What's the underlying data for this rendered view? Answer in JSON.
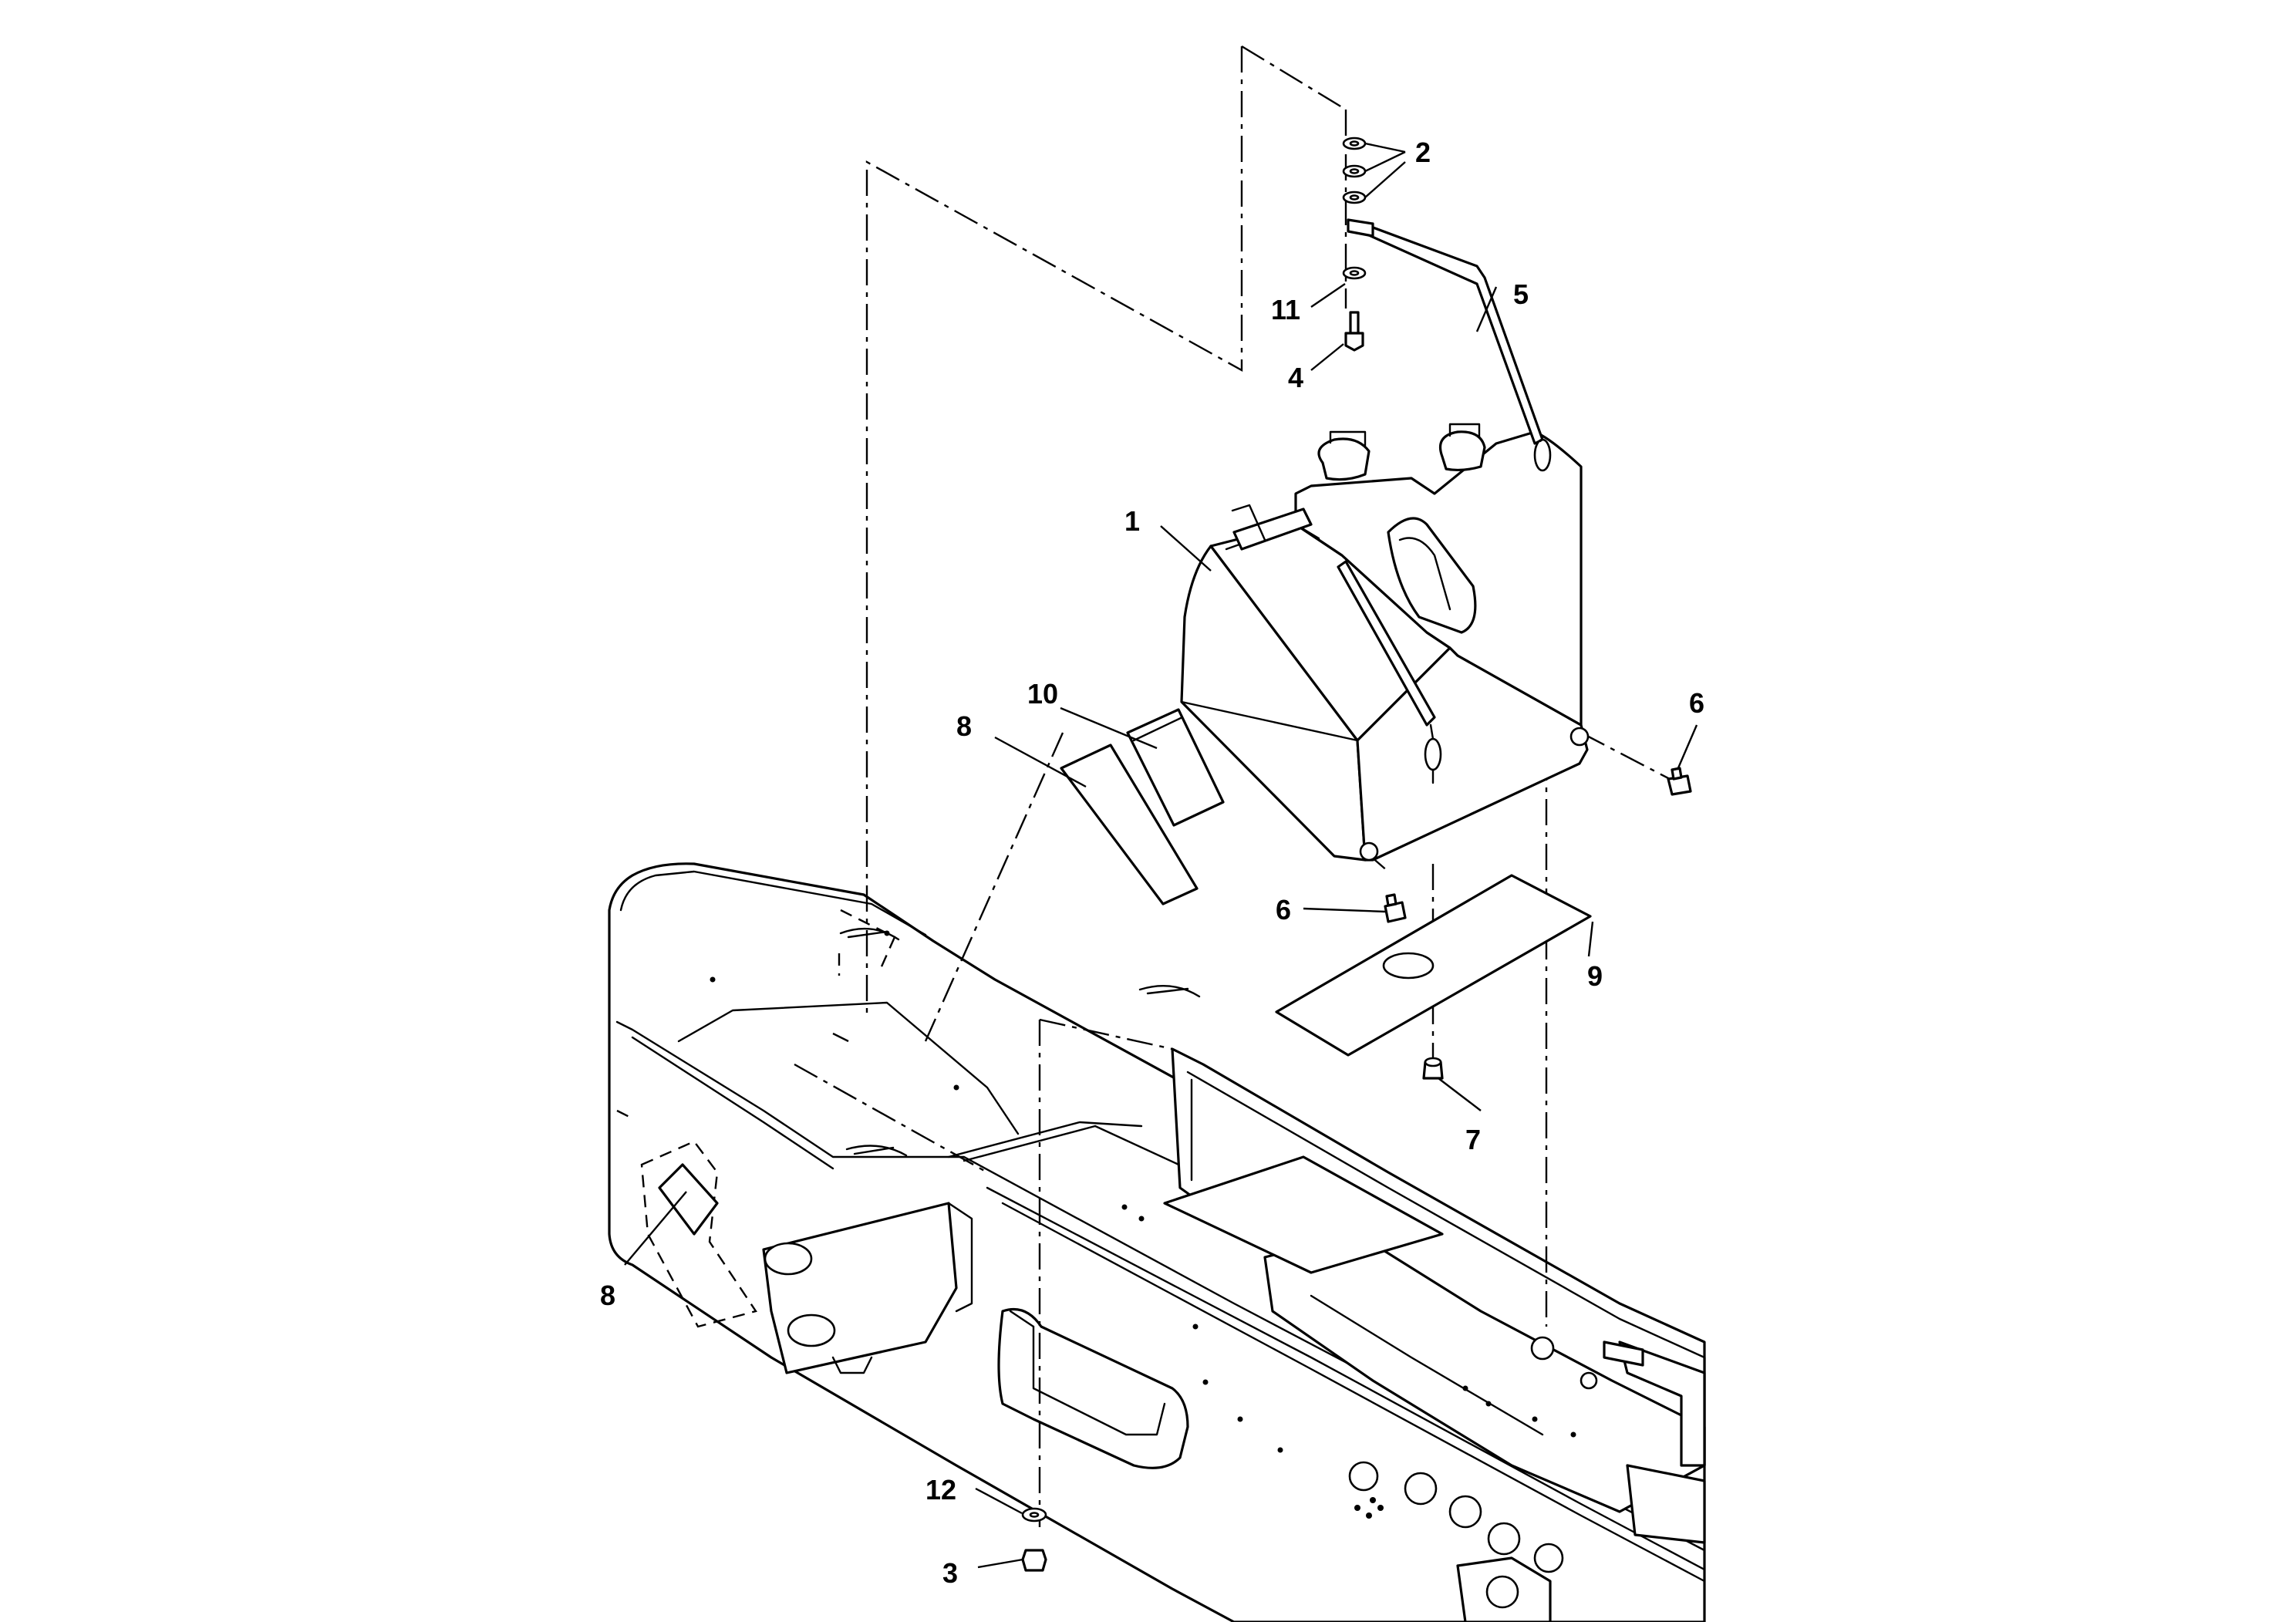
{
  "callouts": {
    "c1": "1",
    "c2": "2",
    "c3": "3",
    "c4": "4",
    "c5": "5",
    "c6a": "6",
    "c6b": "6",
    "c7": "7",
    "c8a": "8",
    "c8b": "8",
    "c9": "9",
    "c10": "10",
    "c11": "11",
    "c12": "12"
  }
}
